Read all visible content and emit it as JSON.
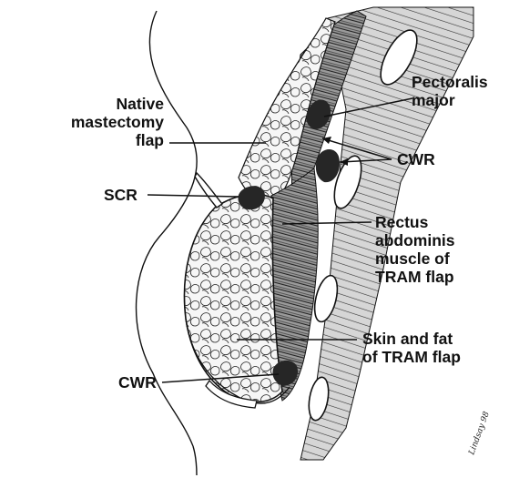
{
  "labels": {
    "native_mastectomy_flap": [
      "Native",
      "mastectomy",
      "flap"
    ],
    "pectoralis_major": [
      "Pectoralis",
      "major"
    ],
    "cwr_upper": "CWR",
    "scr": "SCR",
    "rectus": [
      "Rectus",
      "abdominis",
      "muscle of",
      "TRAM flap"
    ],
    "skin_fat": [
      "Skin and fat",
      "of TRAM flap"
    ],
    "cwr_lower": "CWR"
  },
  "signature": "Lindsay 98",
  "colors": {
    "ink": "#111111",
    "fat_fill": "#f4f4f4",
    "muscle": "#5a5a5a",
    "recurrence": "#262626"
  }
}
